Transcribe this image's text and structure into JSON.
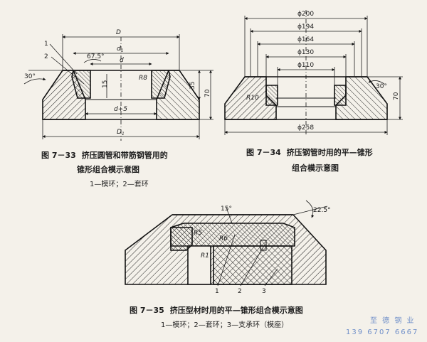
{
  "fig33": {
    "dims": {
      "D": "D",
      "d1": "d",
      "d1_sub": "1",
      "d": "d",
      "angle67": "67.5°",
      "angle30": "30°",
      "r8": "R8",
      "h15": "15",
      "h35": "35",
      "h70": "70",
      "dplus": "d+5",
      "D1": "D",
      "D1_sub": "1"
    },
    "parts": {
      "p1": "1",
      "p2": "2"
    },
    "caption": {
      "number": "图 7－33",
      "line1": "挤压圆管和带筋钢管用的",
      "line2": "锥形组合模示意图",
      "legend": "1—模环；2—套环"
    }
  },
  "fig34": {
    "dims": {
      "d200": "ϕ200",
      "d194": "ϕ194",
      "d164": "ϕ164",
      "d130": "ϕ130",
      "d110": "ϕ110",
      "r10": "R10",
      "angle30": "30°",
      "h70": "70",
      "d258": "ϕ258"
    },
    "caption": {
      "number": "图 7－34",
      "line1": "挤压钢管时用的平—锥形",
      "line2": "组合模示意图"
    }
  },
  "fig35": {
    "dims": {
      "angle15": "15°",
      "angle225": "22.5°",
      "r5": "R5",
      "r6": "R6",
      "r1": "R1"
    },
    "parts": {
      "p1": "1",
      "p2": "2",
      "p3": "3"
    },
    "caption": {
      "number": "图 7－35",
      "line1": "挤压型材时用的平—锥形组合模示意图",
      "legend": "1—模环；2—套环；3—支承环（模座）"
    }
  },
  "watermark": {
    "company": "至 德 钢 业",
    "phone": "139 6707 6667"
  }
}
